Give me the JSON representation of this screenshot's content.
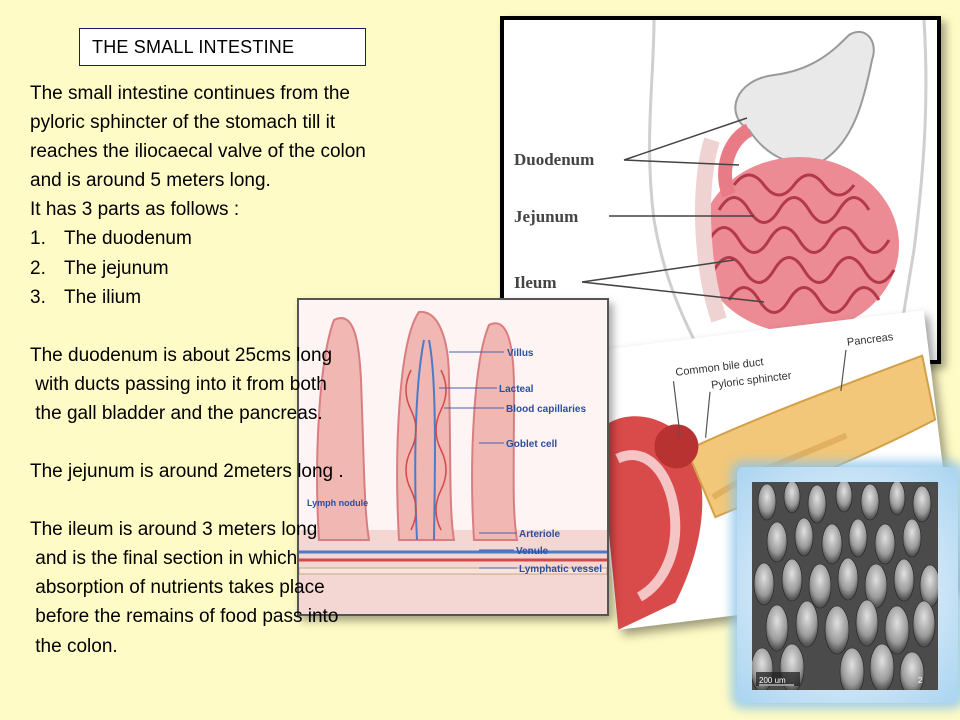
{
  "title": "THE SMALL INTESTINE",
  "paragraph1": [
    "The small intestine continues from the",
    "pyloric sphincter of the stomach till it",
    "reaches the iliocaecal valve of the colon",
    "and is around 5 meters long.",
    "It has 3 parts as follows :"
  ],
  "parts": [
    {
      "num": "1.",
      "label": "The duodenum"
    },
    {
      "num": "2.",
      "label": "The jejunum"
    },
    {
      "num": "3.",
      "label": "The ilium"
    }
  ],
  "duodenum": [
    "The duodenum is about 25cms long",
    " with ducts passing into it from both",
    " the gall bladder and the pancreas."
  ],
  "jejunum": "The jejunum is around 2meters long .",
  "ileum": [
    "The ileum is around 3 meters long",
    " and is the final section in which",
    " absorption of nutrients takes place",
    " before the remains of food pass into",
    " the colon."
  ],
  "diagram_stomach": {
    "labels": [
      "Duodenum",
      "Jejunum",
      "Ileum"
    ]
  },
  "diagram_villus": {
    "labels": [
      "Villus",
      "Lacteal",
      "Blood capillaries",
      "Goblet cell",
      "Lymph nodule",
      "Arteriole",
      "Venule",
      "Lymphatic vessel"
    ]
  },
  "diagram_pancreas": {
    "labels": [
      "Common bile duct",
      "Pyloric sphincter",
      "Pancreas"
    ]
  },
  "micrograph": {
    "scale": "200 um",
    "number": "2"
  },
  "colors": {
    "background": "#fffbc6",
    "title_border": "#1b1b6e",
    "intestine_pink": "#e8707e",
    "label_blue": "#2a4fa0"
  }
}
